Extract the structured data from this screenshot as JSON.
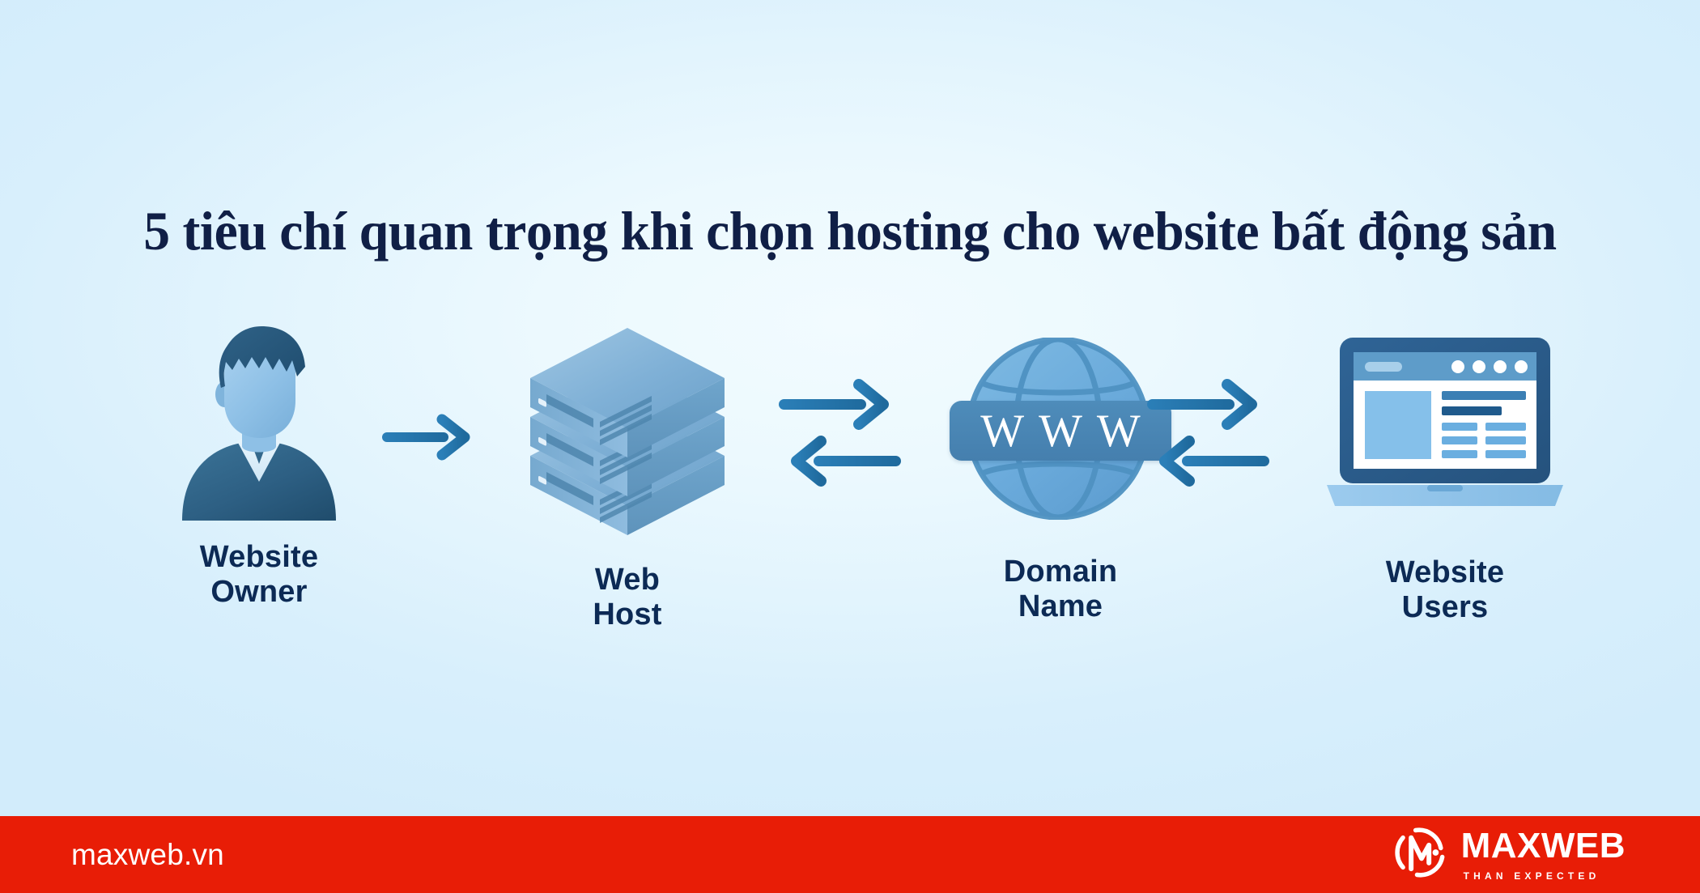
{
  "page": {
    "title": "5 tiêu chí quan trọng khi chọn hosting cho website bất động sản",
    "background_color": "#e2f4fd",
    "title_color": "#101f46"
  },
  "diagram": {
    "nodes": [
      {
        "id": "website-owner",
        "icon": "person-avatar-icon",
        "label_line1": "Website",
        "label_line2": "Owner"
      },
      {
        "id": "web-host",
        "icon": "server-stack-icon",
        "label_line1": "Web",
        "label_line2": "Host"
      },
      {
        "id": "domain-name",
        "icon": "globe-www-icon",
        "banner": [
          "W",
          "W",
          "W"
        ],
        "label_line1": "Domain",
        "label_line2": "Name"
      },
      {
        "id": "website-users",
        "icon": "laptop-browser-icon",
        "label_line1": "Website",
        "label_line2": "Users"
      }
    ],
    "connectors": [
      {
        "id": "owner-to-host",
        "type": "single-arrow-right"
      },
      {
        "id": "host-to-domain",
        "type": "bidirectional-arrows"
      },
      {
        "id": "domain-to-users",
        "type": "bidirectional-arrows"
      }
    ],
    "accent_color": "#2a7cb5",
    "label_color": "#0c2a55"
  },
  "footer": {
    "background_color": "#e81d06",
    "domain": "maxweb.vn",
    "brand_name": "MAXWEB",
    "brand_tagline": "THAN EXPECTED",
    "logo_icon": "maxweb-circle-m-logo"
  }
}
